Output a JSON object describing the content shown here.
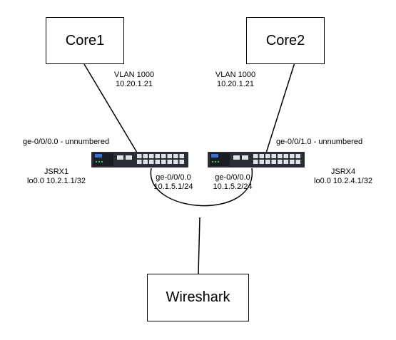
{
  "nodes": {
    "core1": "Core1",
    "core2": "Core2",
    "wireshark": "Wireshark"
  },
  "links": {
    "core1_vlan": "VLAN 1000",
    "core1_ip": "10.20.1.21",
    "core2_vlan": "VLAN 1000",
    "core2_ip": "10.20.1.21"
  },
  "jsrx1": {
    "name": "JSRX1",
    "loopback": "lo0.0 10.2.1.1/32",
    "uplink_if": "ge-0/0/0.0 - unnumbered",
    "lan_if": "ge-0/0/0.0",
    "lan_ip": "10.1.5.1/24"
  },
  "jsrx4": {
    "name": "JSRX4",
    "loopback": "lo0.0 10.2.4.1/32",
    "uplink_if": "ge-0/0/1.0 - unnumbered",
    "lan_if": "ge-0/0/0.0",
    "lan_ip": "10.1.5.2/24"
  },
  "colors": {
    "device_body": "#2a2d33",
    "device_face": "#1b1d22",
    "port": "#dfe3e8",
    "logo_blue": "#3b6fd0",
    "led_green": "#36c24a"
  }
}
